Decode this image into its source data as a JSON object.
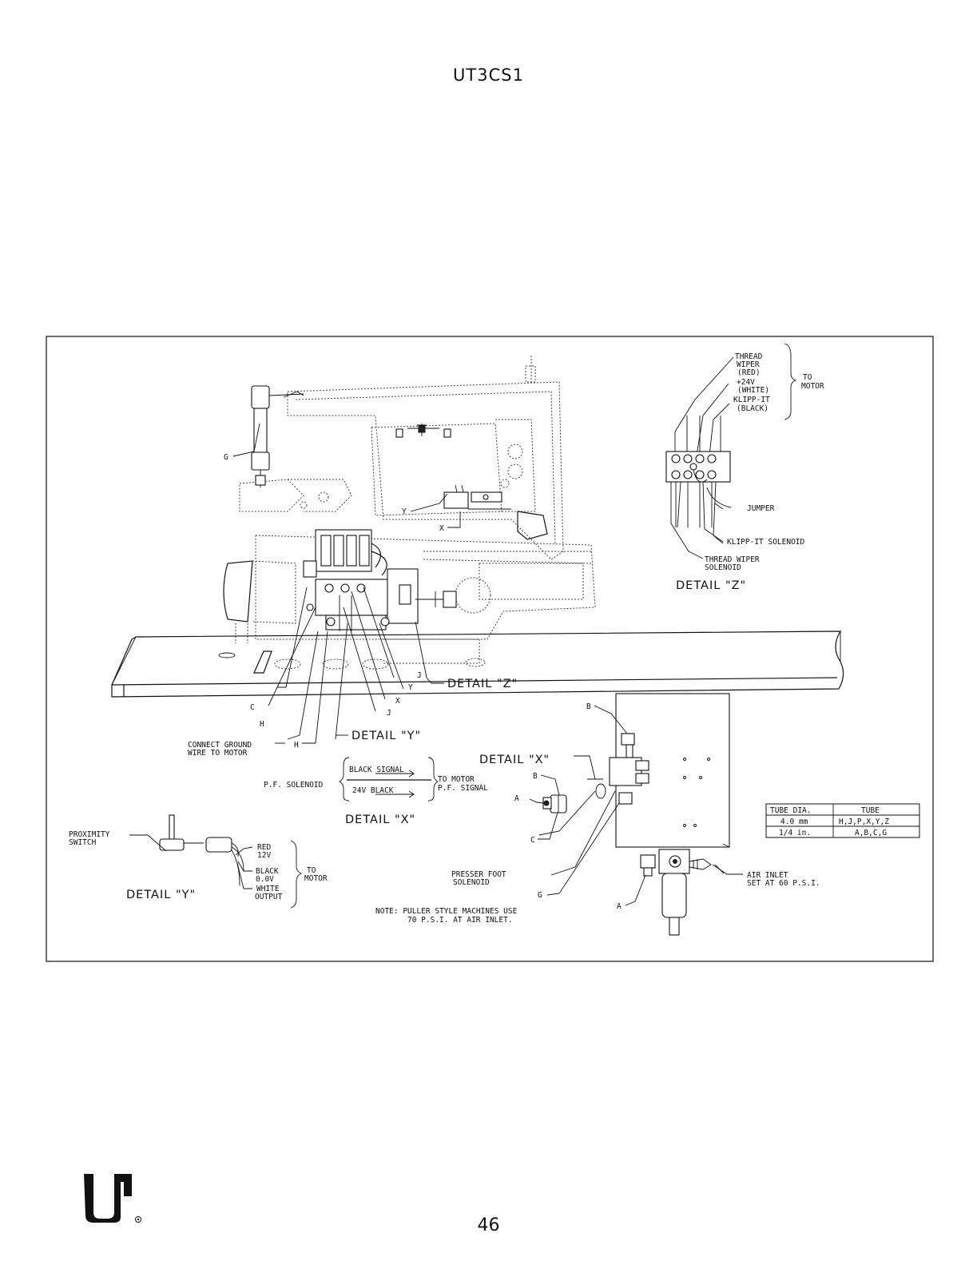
{
  "header": {
    "title": "UT3CS1"
  },
  "footer": {
    "page_number": "46"
  },
  "detail_z": {
    "title": "DETAIL \"Z\"",
    "thread_wiper_line1": "THREAD",
    "thread_wiper_line2": "WIPER",
    "thread_wiper_line3": "(RED)",
    "plus24_line1": "+24V",
    "plus24_line2": "(WHITE)",
    "klipp_line1": "KLIPP-IT",
    "klipp_line2": "(BLACK)",
    "to_motor_line1": "TO",
    "to_motor_line2": "MOTOR",
    "jumper": "JUMPER",
    "klipp_solenoid": "KLIPP-IT SOLENOID",
    "thread_wiper_solenoid_line1": "THREAD WIPER",
    "thread_wiper_solenoid_line2": "SOLENOID"
  },
  "machine_labels": {
    "g": "G",
    "y": "Y",
    "x": "X",
    "j1": "J",
    "y2": "Y",
    "x2": "X",
    "j2": "J",
    "c": "C",
    "h1": "H",
    "h2": "H",
    "b": "B",
    "detail_z_ref": "DETAIL \"Z\"",
    "detail_y_ref": "DETAIL \"Y\"",
    "connect_ground_line1": "CONNECT GROUND",
    "connect_ground_line2": "WIRE TO MOTOR"
  },
  "detail_x": {
    "title_top": "DETAIL \"X\"",
    "title_bottom": "DETAIL \"X\"",
    "pf_solenoid": "P.F. SOLENOID",
    "black_signal": "BLACK SIGNAL",
    "black_24v": "24V BLACK",
    "to_motor": "TO MOTOR",
    "pf_signal": "P.F. SIGNAL",
    "b": "B",
    "a": "A",
    "c": "C",
    "g": "G",
    "a2": "A",
    "presser_foot_line1": "PRESSER FOOT",
    "presser_foot_line2": "SOLENOID"
  },
  "detail_y": {
    "title": "DETAIL \"Y\"",
    "proximity_line1": "PROXIMITY",
    "proximity_line2": "SWITCH",
    "red_line1": "RED",
    "red_line2": "12V",
    "black_line1": "BLACK",
    "black_line2": "0.0V",
    "white_line1": "WHITE",
    "white_line2": "OUTPUT",
    "to_line1": "TO",
    "to_line2": "MOTOR"
  },
  "air": {
    "inlet_line1": "AIR INLET",
    "inlet_line2": "SET AT 60 P.S.I.",
    "note_line1": "NOTE: PULLER STYLE MACHINES USE",
    "note_line2": "70 P.S.I. AT AIR INLET."
  },
  "tube_table": {
    "headers": [
      "TUBE DIA.",
      "TUBE"
    ],
    "rows": [
      [
        "4.0 mm",
        "H,J,P,X,Y,Z"
      ],
      [
        "1/4 in.",
        "A,B,C,G"
      ]
    ]
  }
}
